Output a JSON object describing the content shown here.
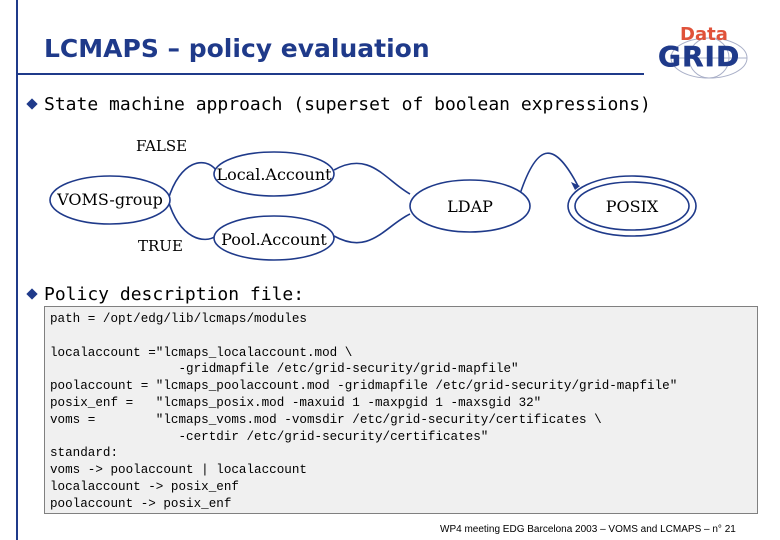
{
  "title": "LCMAPS – policy evaluation",
  "logo": {
    "top_text": "Data",
    "main_text": "GRID"
  },
  "bullets": [
    "State machine approach (superset of boolean expressions)",
    "Policy description file:"
  ],
  "diagram": {
    "nodes": [
      {
        "id": "voms",
        "label": "VOMS-group"
      },
      {
        "id": "local",
        "label": "Local.Account"
      },
      {
        "id": "pool",
        "label": "Pool.Account"
      },
      {
        "id": "ldap",
        "label": "LDAP"
      },
      {
        "id": "posix",
        "label": "POSIX"
      }
    ],
    "edge_labels": {
      "false": "FALSE",
      "true": "TRUE"
    }
  },
  "code_lines": [
    "path = /opt/edg/lib/lcmaps/modules",
    "",
    "localaccount =\"lcmaps_localaccount.mod \\",
    "                 -gridmapfile /etc/grid-security/grid-mapfile\"",
    "poolaccount = \"lcmaps_poolaccount.mod -gridmapfile /etc/grid-security/grid-mapfile\"",
    "posix_enf =   \"lcmaps_posix.mod -maxuid 1 -maxpgid 1 -maxsgid 32\"",
    "voms =        \"lcmaps_voms.mod -vomsdir /etc/grid-security/certificates \\",
    "                 -certdir /etc/grid-security/certificates\"",
    "standard:",
    "voms -> poolaccount | localaccount",
    "localaccount -> posix_enf",
    "poolaccount -> posix_enf"
  ],
  "footer": "WP4 meeting EDG Barcelona 2003 – VOMS and LCMAPS –  n° 21",
  "colors": {
    "accent": "#1f3a8a",
    "logo_red": "#e0523a",
    "code_bg": "#f0f0f0"
  }
}
